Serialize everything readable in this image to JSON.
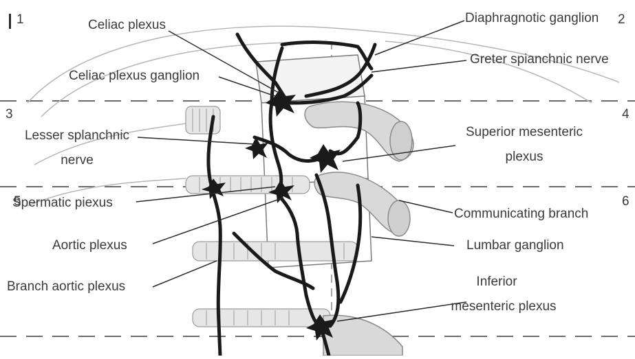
{
  "region_numbers": [
    "1",
    "2",
    "3",
    "4",
    "5",
    "6"
  ],
  "labels": {
    "celiac_plexus": "Celiac plexus",
    "diaphragmatic_ganglion": "Diaphragnotic ganglion",
    "greater_splanchnic_nerve": "Greter spianchnic nerve",
    "celiac_plexus_ganglion": "Celiac plexus ganglion",
    "lesser_splanchnic_nerve_line1": "Lesser splanchnic",
    "lesser_splanchnic_nerve_line2": "nerve",
    "superior_mesenteric_plexus_line1": "Superior mesenteric",
    "superior_mesenteric_plexus_line2": "plexus",
    "spermatic_plexus": "Spermatic piexus",
    "communicating_branch": "Communicating branch",
    "aortic_plexus": "Aortic plexus",
    "lumbar_ganglion": "Lumbar ganglion",
    "branch_aortic_plexus": "Branch aortic plexus",
    "inferior_mesenteric_plexus_line1": "Inferior",
    "inferior_mesenteric_plexus_line2": "mesenteric plexus"
  },
  "colors": {
    "background": "#ffffff",
    "nerve": "#1a1a1a",
    "bowel": "#d9d9d9",
    "outline": "#8a8a8a",
    "label_text": "#3a3a3a"
  }
}
